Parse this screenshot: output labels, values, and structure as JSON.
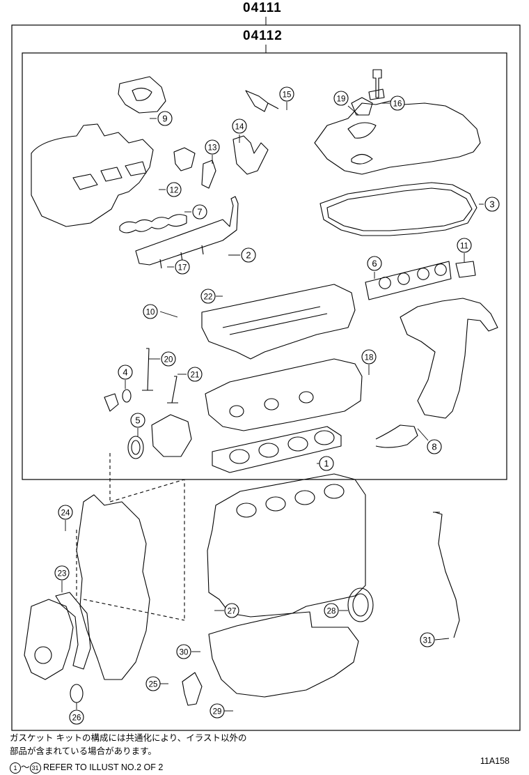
{
  "header": {
    "outer_code": "04111",
    "inner_code": "04112"
  },
  "callouts": [
    "1",
    "2",
    "3",
    "4",
    "5",
    "6",
    "7",
    "8",
    "9",
    "10",
    "11",
    "12",
    "13",
    "14",
    "15",
    "16",
    "17",
    "18",
    "19",
    "20",
    "21",
    "22",
    "23",
    "24",
    "25",
    "26",
    "27",
    "28",
    "29",
    "30",
    "31"
  ],
  "footer": {
    "note_line1": "ガスケット キットの構成には共通化により、イラスト以外の",
    "note_line2": "部品が含まれている場合があります。",
    "ref_from": "1",
    "ref_tilde": "～",
    "ref_to": "31",
    "ref_text": "REFER TO ILLUST NO.2 OF 2",
    "figure_id": "11A158"
  }
}
